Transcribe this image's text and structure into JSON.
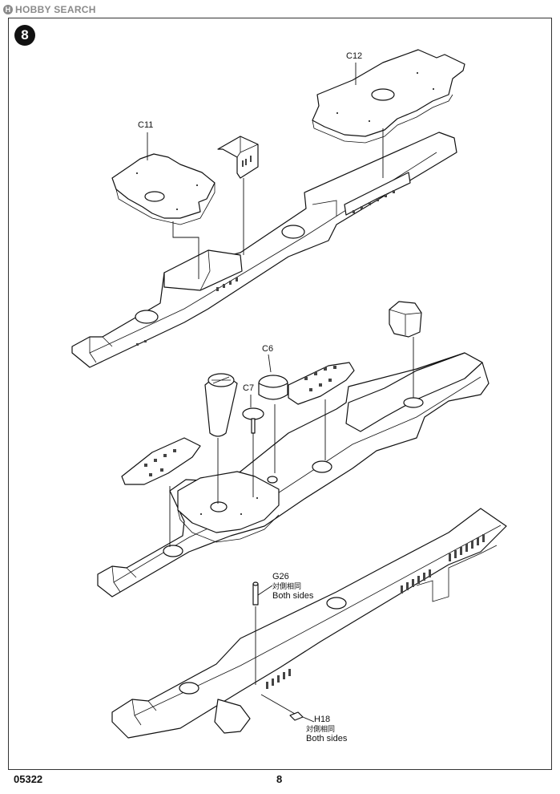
{
  "watermark": {
    "text": "HOBBY SEARCH",
    "icon": "hobby-search-logo-icon"
  },
  "step": {
    "number": "8"
  },
  "parts": {
    "c11": "C11",
    "c12": "C12",
    "c6": "C6",
    "c7": "C7",
    "g26": "G26",
    "h18": "H18"
  },
  "notes": {
    "g26_jp": "対側相同",
    "g26_en": "Both sides",
    "h18_jp": "対側相同",
    "h18_en": "Both sides"
  },
  "footer": {
    "code": "05322",
    "page": "8"
  },
  "colors": {
    "ink": "#111111",
    "paper": "#ffffff",
    "watermark": "#8a8a8a"
  }
}
